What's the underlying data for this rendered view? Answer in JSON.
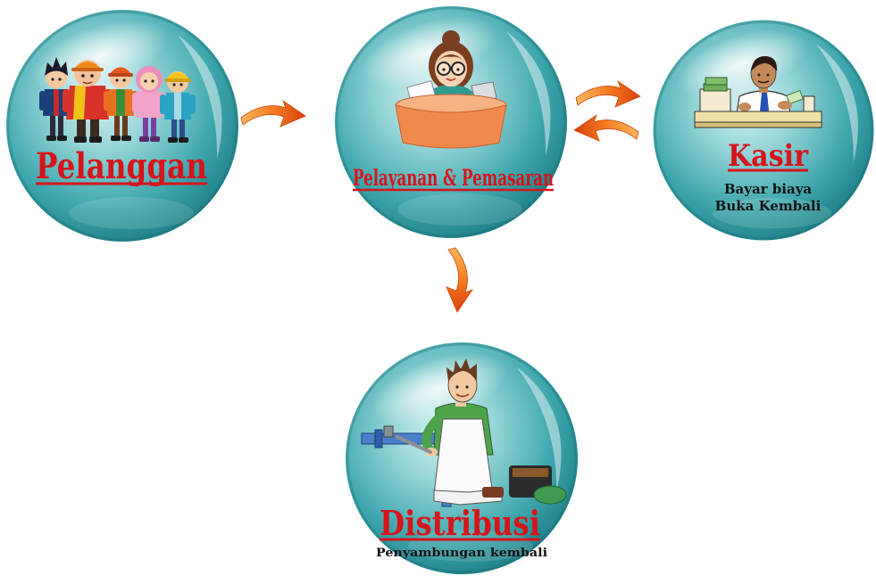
{
  "diagram": {
    "nodes": {
      "customer": {
        "title": "Pelanggan",
        "icon": "children-group-icon"
      },
      "service": {
        "title": "Pelayanan & Pemasaran",
        "icon": "receptionist-icon"
      },
      "cashier": {
        "title": "Kasir",
        "line1": "Bayar biaya",
        "line2": "Buka Kembali",
        "icon": "cashier-icon"
      },
      "distribution": {
        "title": "Distribusi",
        "subtitle": "Penyambungan kembali",
        "icon": "plumber-icon"
      }
    }
  },
  "colors": {
    "title": "#d7141b",
    "caption": "#111111",
    "bubble": "#3fa7ae",
    "arrow": "#f57c1f"
  }
}
